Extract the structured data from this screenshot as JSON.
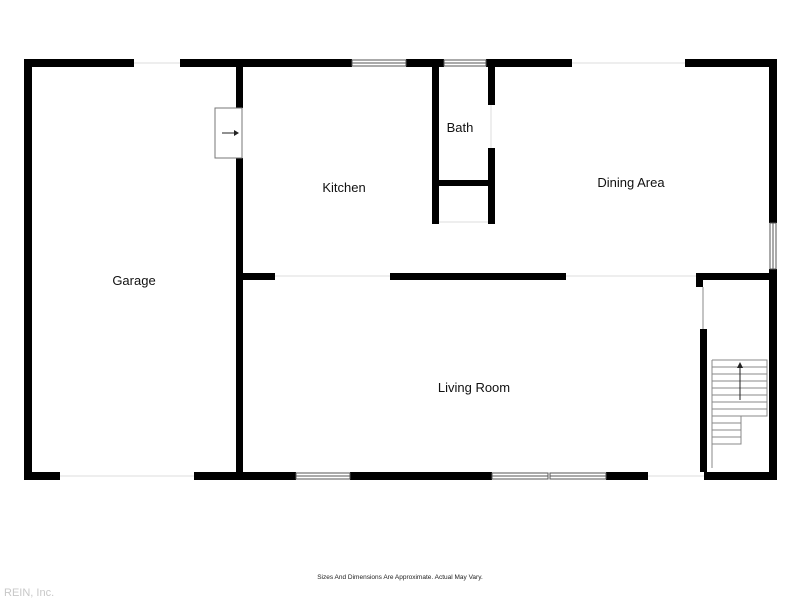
{
  "rooms": {
    "garage": "Garage",
    "kitchen": "Kitchen",
    "bath": "Bath",
    "dining": "Dining Area",
    "living": "Living Room"
  },
  "footer": {
    "disclaimer": "Sizes And Dimensions Are Approximate. Actual May Vary.",
    "credit": "REIN, Inc."
  },
  "colors": {
    "wall": "#000000",
    "fixture": "#555555",
    "background": "#ffffff",
    "credit": "#c8c8c8"
  }
}
